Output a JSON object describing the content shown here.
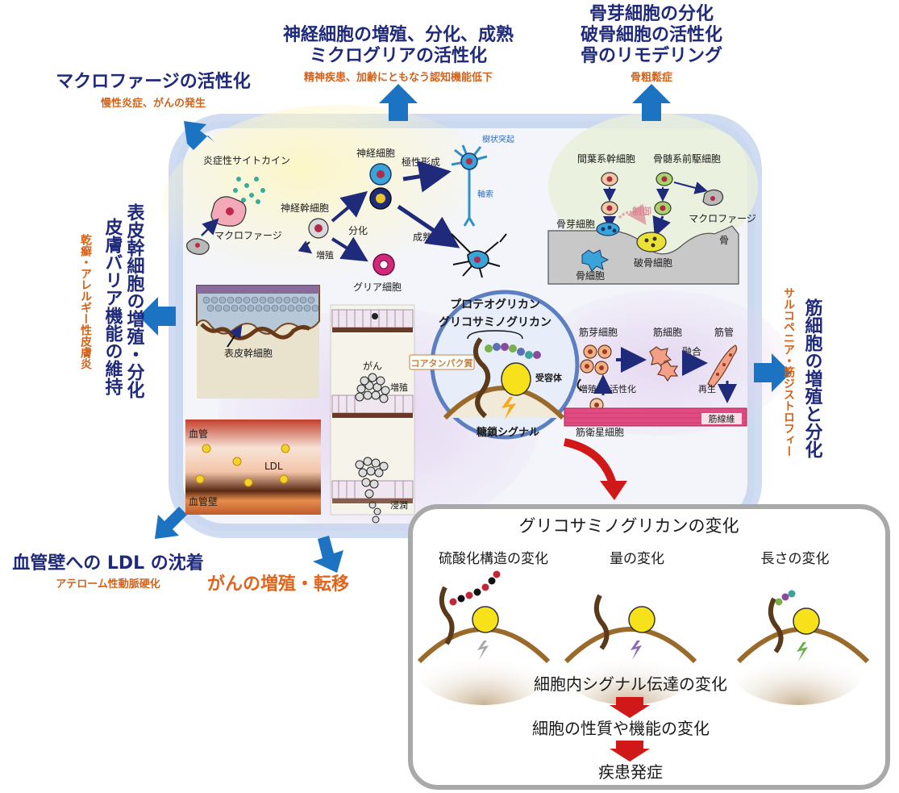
{
  "outcomes": {
    "neuron": {
      "line1": "神経細胞の増殖、分化、成熟",
      "line2": "ミクログリアの活性化",
      "sub": "精神疾患、加齢にともなう認知機能低下"
    },
    "bone": {
      "line1": "骨芽細胞の分化",
      "line2": "破骨細胞の活性化",
      "line3": "骨のリモデリング",
      "sub": "骨粗鬆症"
    },
    "macrophage": {
      "title": "マクロファージの活性化",
      "sub": "慢性炎症、がんの発生"
    },
    "skin": {
      "line1": "表皮幹細胞の増殖・分化",
      "line2": "皮膚バリア機能の維持",
      "sub": "乾癬・アレルギー性皮膚炎"
    },
    "muscle": {
      "title": "筋細胞の増殖と分化",
      "sub": "サルコペニア・筋ジストロフィー"
    },
    "vessel": {
      "title": "血管壁への LDL の沈着",
      "sub": "アテローム性動脈硬化"
    },
    "cancer": {
      "title": "がんの増殖・転移"
    }
  },
  "panels": {
    "inflammation": {
      "cytokine": "炎症性サイトカイン",
      "macrophage": "マクロファージ"
    },
    "neural": {
      "stem": "神経幹細胞",
      "proliferate": "増殖",
      "differentiate": "分化",
      "neuron": "神経細胞",
      "polarity": "極性形成",
      "dendrite": "樹状突起",
      "axon": "軸索",
      "mature": "成熟",
      "glia": "グリア細胞"
    },
    "bone": {
      "mesenchymal": "間葉系幹細胞",
      "marrow": "骨髄系前駆細胞",
      "control": "制御",
      "osteoblast": "骨芽細胞",
      "macrophage": "マクロファージ",
      "bone": "骨",
      "osteoclast": "破骨細胞",
      "osteocyte": "骨細胞"
    },
    "skin": {
      "stem": "表皮幹細胞"
    },
    "cancer": {
      "cancer": "がん",
      "proliferate": "増殖",
      "invade": "浸潤"
    },
    "vessel": {
      "vessel": "血管",
      "ldl": "LDL",
      "wall": "血管壁"
    },
    "center": {
      "proteoglycan": "プロテオグリカン",
      "gag": "グリコサミノグリカン",
      "core": "コアタンパク質",
      "receptor": "受容体",
      "signal": "糖鎖シグナル"
    },
    "muscle": {
      "myoblast": "筋芽細胞",
      "myocyte": "筋細胞",
      "myotube": "筋管",
      "fusion": "融合",
      "proliferate": "増殖",
      "activate": "活性化",
      "regenerate": "再生",
      "satellite": "筋衛星細胞",
      "fiber": "筋線維"
    }
  },
  "changes": {
    "title": "グリコサミノグリカンの変化",
    "sulfation": "硫酸化構造の変化",
    "amount": "量の変化",
    "length": "長さの変化",
    "step1": "細胞内シグナル伝達の変化",
    "step2": "細胞の性質や機能の変化",
    "step3": "疾患発症"
  }
}
